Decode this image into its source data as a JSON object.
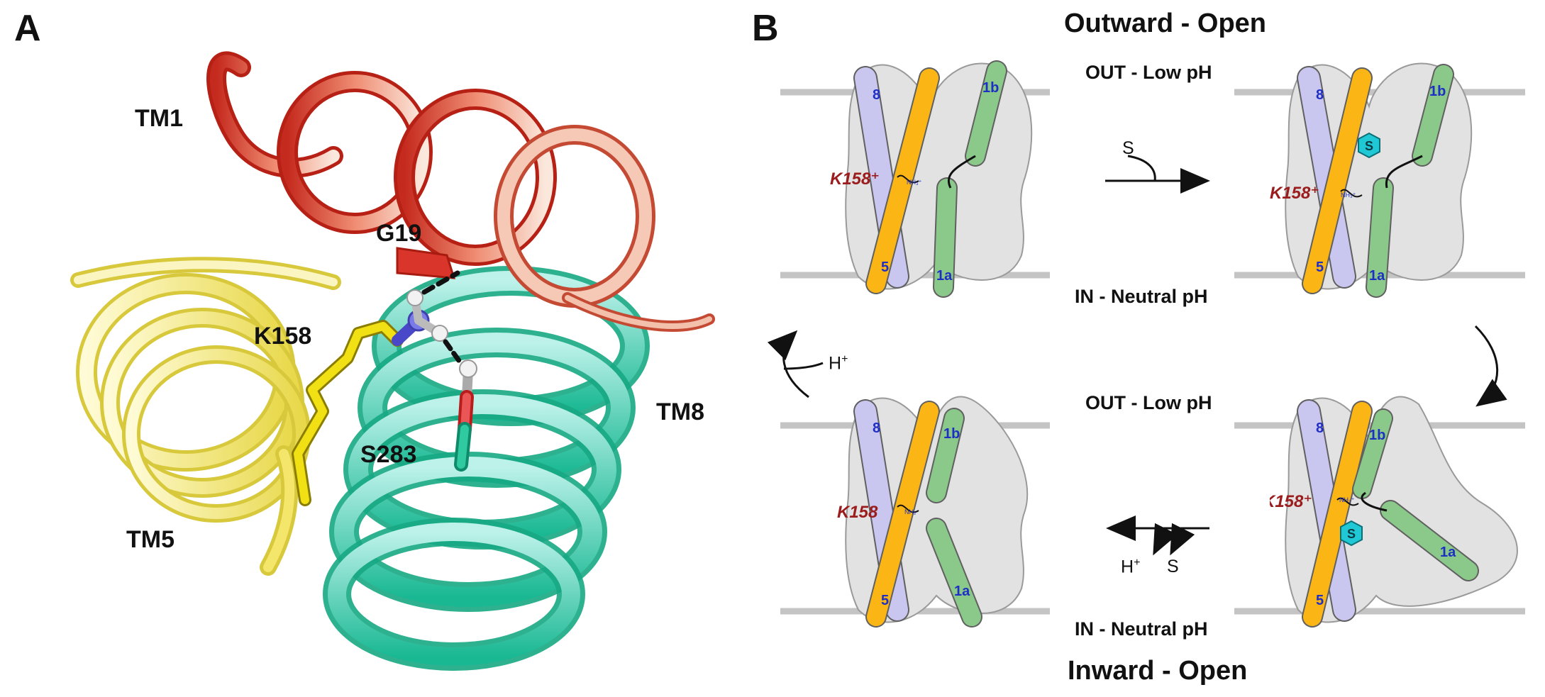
{
  "panel_a": {
    "letter": "A",
    "helix_labels": {
      "tm1": "TM1",
      "tm5": "TM5",
      "tm8": "TM8"
    },
    "residue_labels": {
      "g19": "G19",
      "k158": "K158",
      "s283": "S283"
    },
    "colors": {
      "tm1": "#d9352a",
      "tm5": "#f3e36a",
      "tm8": "#5ed6b7",
      "lysine": "#f0e014",
      "nitrogen": "#6a6ae6",
      "oxygen": "#e43a3a"
    }
  },
  "panel_b": {
    "letter": "B",
    "titles": {
      "outward": "Outward - Open",
      "inward": "Inward - Open"
    },
    "membrane": {
      "out_low_ph": "OUT - Low pH",
      "in_neutral_ph": "IN - Neutral pH"
    },
    "helix_numbers": {
      "h8": "8",
      "h5": "5",
      "h1a": "1a",
      "h1b": "1b"
    },
    "lysine_charged": "K158⁺",
    "lysine_neutral": "K158",
    "amine": "NH₃⁺",
    "substrate": "S",
    "steps": {
      "bind_substrate": "S",
      "release_proton": "H",
      "release_substrate": "S",
      "proton_return": "H",
      "plus": "+"
    },
    "colors": {
      "helix8": "#c9c6ef",
      "helix5": "#fbb616",
      "helix1": "#8ac98a",
      "body": "#e2e2e2",
      "membrane": "#c4c4c4",
      "substrate": "#20c8d6",
      "lysine_text": "#9b1c1c",
      "number_text": "#1f2fc4"
    }
  }
}
